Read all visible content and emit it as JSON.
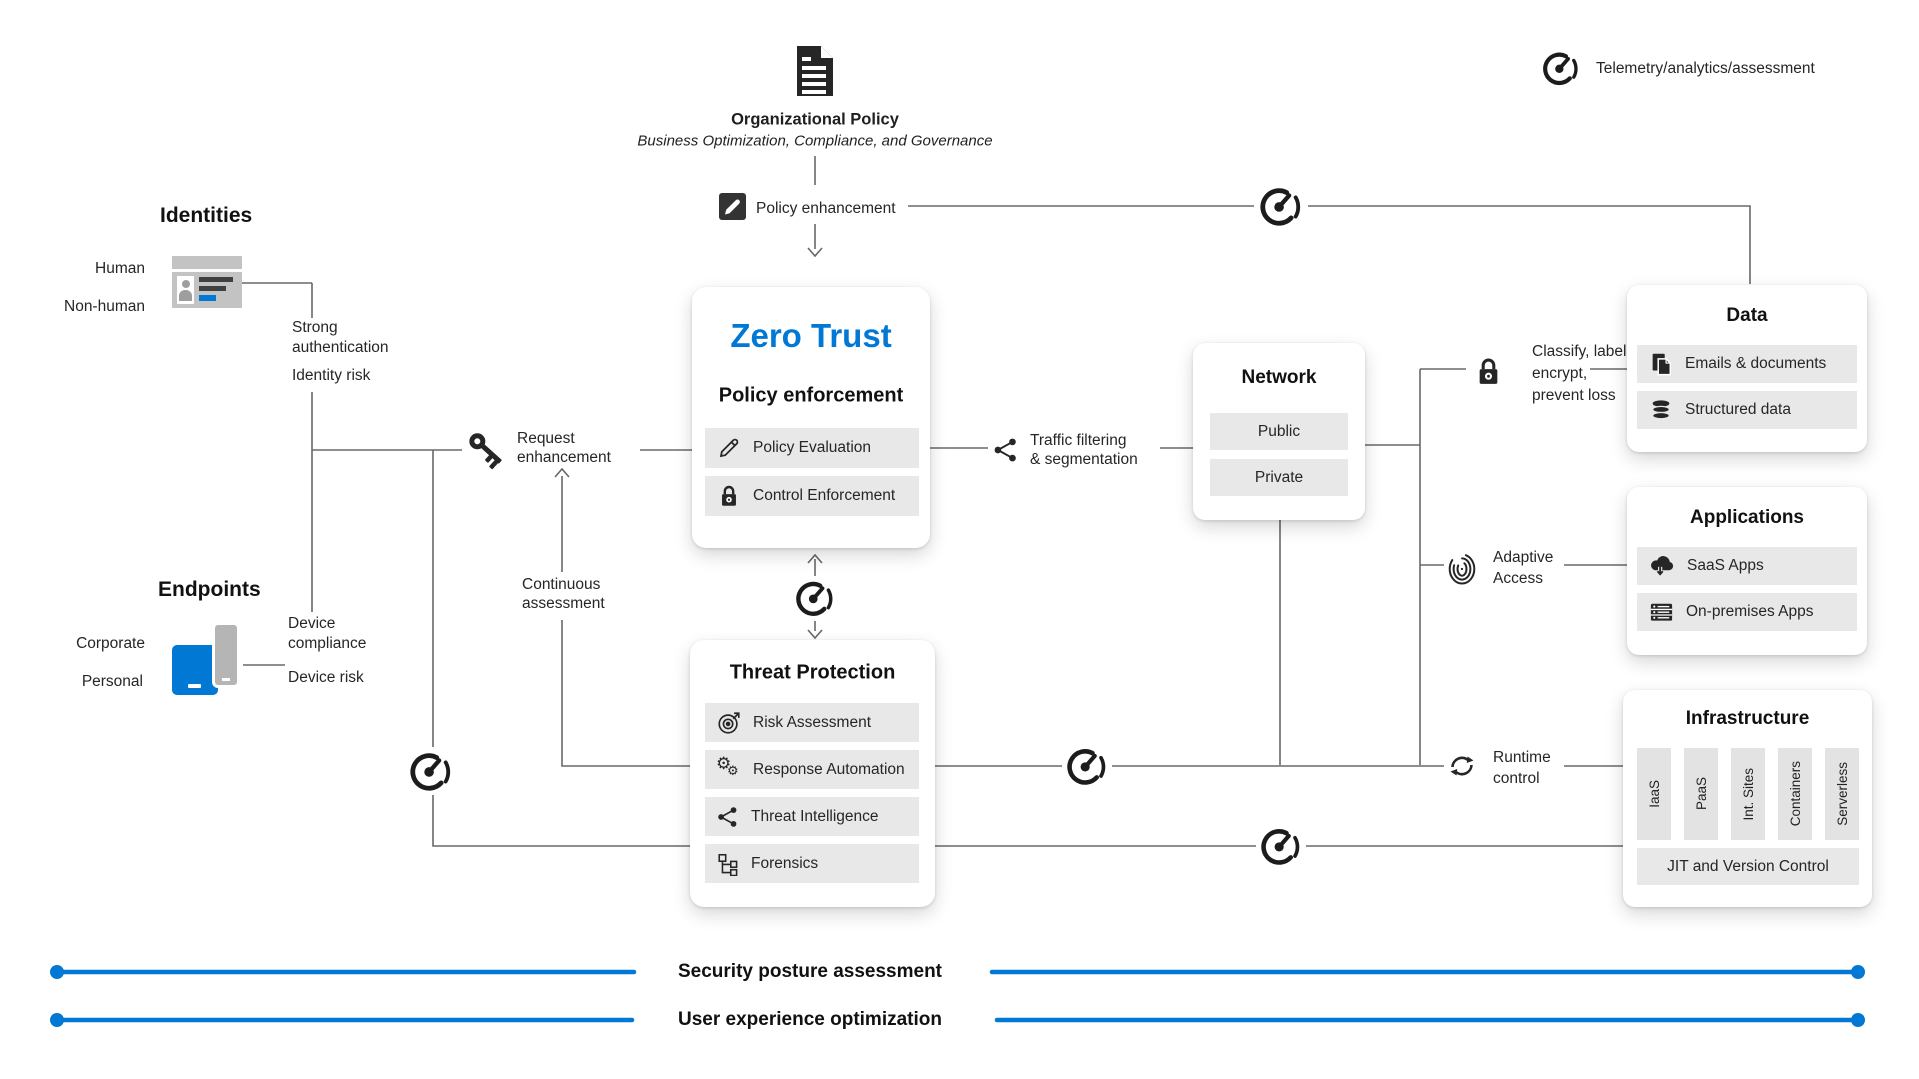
{
  "colors": {
    "accent": "#0078d4",
    "line": "#686868",
    "dark_icon": "#262626"
  },
  "legend": {
    "label": "Telemetry/analytics/assessment"
  },
  "top": {
    "title": "Organizational Policy",
    "subtitle": "Business Optimization, Compliance, and Governance",
    "policy_enhancement": "Policy enhancement"
  },
  "identities": {
    "heading": "Identities",
    "human": "Human",
    "non_human": "Non-human",
    "strong_auth": "Strong\nauthentication",
    "identity_risk": "Identity risk"
  },
  "endpoints": {
    "heading": "Endpoints",
    "corporate": "Corporate",
    "personal": "Personal",
    "device_compliance": "Device\ncompliance",
    "device_risk": "Device risk"
  },
  "middle": {
    "request_enhancement": "Request\nenhancement",
    "continuous_assessment": "Continuous\nassessment",
    "traffic_filtering": "Traffic filtering\n& segmentation"
  },
  "zero_trust": {
    "title": "Zero Trust",
    "subtitle": "Policy enforcement",
    "items": [
      {
        "label": "Policy Evaluation"
      },
      {
        "label": "Control Enforcement"
      }
    ]
  },
  "threat_protection": {
    "title": "Threat Protection",
    "items": [
      {
        "label": "Risk Assessment"
      },
      {
        "label": "Response Automation"
      },
      {
        "label": "Threat Intelligence"
      },
      {
        "label": "Forensics"
      }
    ]
  },
  "network": {
    "title": "Network",
    "items": [
      {
        "label": "Public"
      },
      {
        "label": "Private"
      }
    ]
  },
  "right_annotations": {
    "classify": "Classify, label,\nencrypt,\nprevent loss",
    "adaptive": "Adaptive\nAccess",
    "runtime": "Runtime\ncontrol"
  },
  "data_box": {
    "title": "Data",
    "items": [
      {
        "label": "Emails & documents"
      },
      {
        "label": "Structured data"
      }
    ]
  },
  "applications": {
    "title": "Applications",
    "items": [
      {
        "label": "SaaS Apps"
      },
      {
        "label": "On-premises Apps"
      }
    ]
  },
  "infrastructure": {
    "title": "Infrastructure",
    "columns": [
      "IaaS",
      "PaaS",
      "Int. Sites",
      "Containers",
      "Serverless"
    ],
    "footer": "JIT and Version Control"
  },
  "bottom": {
    "security": "Security posture assessment",
    "ux": "User experience optimization"
  }
}
